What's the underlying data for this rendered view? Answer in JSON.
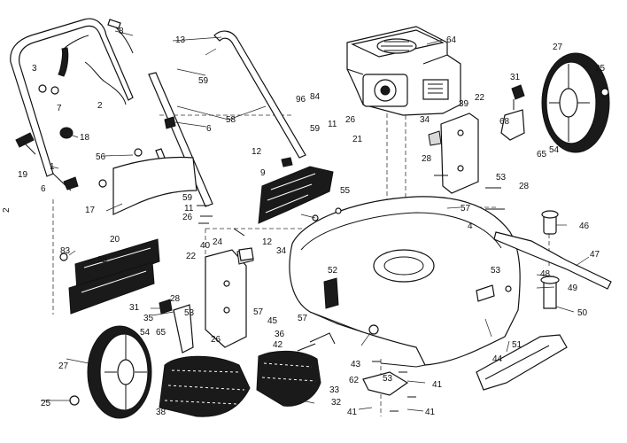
{
  "diagram": {
    "page_marker": "2",
    "callouts": [
      {
        "id": "c64",
        "text": "64"
      },
      {
        "id": "c27a",
        "text": "27"
      },
      {
        "id": "c25a",
        "text": "25"
      },
      {
        "id": "c8",
        "text": "8"
      },
      {
        "id": "c13",
        "text": "13"
      },
      {
        "id": "c3",
        "text": "3"
      },
      {
        "id": "c7",
        "text": "7"
      },
      {
        "id": "c2",
        "text": "2"
      },
      {
        "id": "c59a",
        "text": "59"
      },
      {
        "id": "c58",
        "text": "58"
      },
      {
        "id": "c96",
        "text": "96"
      },
      {
        "id": "c84",
        "text": "84"
      },
      {
        "id": "c31a",
        "text": "31"
      },
      {
        "id": "c22a",
        "text": "22"
      },
      {
        "id": "c39",
        "text": "39"
      },
      {
        "id": "c34a",
        "text": "34"
      },
      {
        "id": "c68",
        "text": "68"
      },
      {
        "id": "c54a",
        "text": "54"
      },
      {
        "id": "c65a",
        "text": "65"
      },
      {
        "id": "c18",
        "text": "18"
      },
      {
        "id": "c6a",
        "text": "6"
      },
      {
        "id": "c59b",
        "text": "59"
      },
      {
        "id": "c11",
        "text": "11"
      },
      {
        "id": "c26a",
        "text": "26"
      },
      {
        "id": "c21",
        "text": "21"
      },
      {
        "id": "c12a",
        "text": "12"
      },
      {
        "id": "c19",
        "text": "19"
      },
      {
        "id": "c1",
        "text": "1"
      },
      {
        "id": "c56",
        "text": "56"
      },
      {
        "id": "c6b",
        "text": "6"
      },
      {
        "id": "c9",
        "text": "9"
      },
      {
        "id": "c28a",
        "text": "28"
      },
      {
        "id": "c53a",
        "text": "53"
      },
      {
        "id": "c28b",
        "text": "28"
      },
      {
        "id": "c17",
        "text": "17"
      },
      {
        "id": "c59c",
        "text": "59"
      },
      {
        "id": "c11b",
        "text": "11"
      },
      {
        "id": "c26b",
        "text": "26"
      },
      {
        "id": "c55",
        "text": "55"
      },
      {
        "id": "c57a",
        "text": "57"
      },
      {
        "id": "c4",
        "text": "4"
      },
      {
        "id": "c46",
        "text": "46"
      },
      {
        "id": "c20",
        "text": "20"
      },
      {
        "id": "c83",
        "text": "83"
      },
      {
        "id": "c85",
        "text": "85"
      },
      {
        "id": "c24",
        "text": "24"
      },
      {
        "id": "c12b",
        "text": "12"
      },
      {
        "id": "c34b",
        "text": "34"
      },
      {
        "id": "c40",
        "text": "40"
      },
      {
        "id": "c22b",
        "text": "22"
      },
      {
        "id": "c47",
        "text": "47"
      },
      {
        "id": "c52",
        "text": "52"
      },
      {
        "id": "c53b",
        "text": "53"
      },
      {
        "id": "c48",
        "text": "48"
      },
      {
        "id": "c49",
        "text": "49"
      },
      {
        "id": "c28c",
        "text": "28"
      },
      {
        "id": "c31b",
        "text": "31"
      },
      {
        "id": "c53c",
        "text": "53"
      },
      {
        "id": "c35",
        "text": "35"
      },
      {
        "id": "c57b",
        "text": "57"
      },
      {
        "id": "c50",
        "text": "50"
      },
      {
        "id": "c45",
        "text": "45"
      },
      {
        "id": "c57c",
        "text": "57"
      },
      {
        "id": "c54b",
        "text": "54"
      },
      {
        "id": "c65b",
        "text": "65"
      },
      {
        "id": "c26c",
        "text": "26"
      },
      {
        "id": "c36",
        "text": "36"
      },
      {
        "id": "c42",
        "text": "42"
      },
      {
        "id": "c51",
        "text": "51"
      },
      {
        "id": "c27b",
        "text": "27"
      },
      {
        "id": "c43",
        "text": "43"
      },
      {
        "id": "c44",
        "text": "44"
      },
      {
        "id": "c62",
        "text": "62"
      },
      {
        "id": "c53d",
        "text": "53"
      },
      {
        "id": "c41a",
        "text": "41"
      },
      {
        "id": "c33",
        "text": "33"
      },
      {
        "id": "c25b",
        "text": "25"
      },
      {
        "id": "c38",
        "text": "38"
      },
      {
        "id": "c32",
        "text": "32"
      },
      {
        "id": "c41b",
        "text": "41"
      },
      {
        "id": "c41c",
        "text": "41"
      }
    ]
  }
}
